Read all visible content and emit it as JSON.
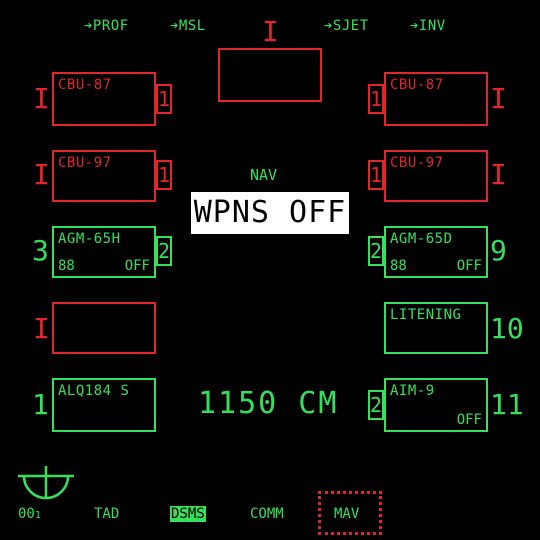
{
  "top_options": [
    "➔PROF",
    "➔MSL",
    "➔SJET",
    "➔INV"
  ],
  "center": {
    "mode": "NAV",
    "weapons_status": "WPNS OFF",
    "fuel": "1150 CM"
  },
  "stations": {
    "left": [
      {
        "name": "CBU-87",
        "station_mark": "I",
        "count": "1",
        "qty": "",
        "status": "",
        "color": "#e0262a"
      },
      {
        "name": "CBU-97",
        "station_mark": "I",
        "count": "1",
        "qty": "",
        "status": "",
        "color": "#e0262a"
      },
      {
        "name": "AGM-65H",
        "station_mark": "3",
        "count": "2",
        "qty": "88",
        "status": "OFF",
        "color": "#35e05a"
      },
      {
        "name": "",
        "station_mark": "I",
        "count": "",
        "qty": "",
        "status": "",
        "color": "#e0262a"
      },
      {
        "name": "ALQ184 S",
        "station_mark": "1",
        "count": "",
        "qty": "",
        "status": "",
        "color": "#35e05a"
      }
    ],
    "right": [
      {
        "name": "CBU-87",
        "station_mark": "I",
        "count": "1",
        "qty": "",
        "status": "",
        "color": "#e0262a"
      },
      {
        "name": "CBU-97",
        "station_mark": "I",
        "count": "1",
        "qty": "",
        "status": "",
        "color": "#e0262a"
      },
      {
        "name": "AGM-65D",
        "station_mark": "9",
        "count": "2",
        "qty": "88",
        "status": "OFF",
        "color": "#35e05a"
      },
      {
        "name": "LITENING",
        "station_mark": "10",
        "count": "",
        "qty": "",
        "status": "",
        "color": "#35e05a"
      },
      {
        "name": "AIM-9",
        "station_mark": "11",
        "count": "2",
        "qty": "",
        "status": "OFF",
        "color": "#35e05a"
      }
    ],
    "center_top_mark": "I"
  },
  "bottom_osb": {
    "heading": "00",
    "heading_sub": "1",
    "items": [
      "TAD",
      "DSMS",
      "COMM",
      "MAV"
    ],
    "selected": "DSMS",
    "highlighted": "MAV"
  },
  "colors": {
    "background": "#000000",
    "green": "#35e05a",
    "red": "#e0262a",
    "highlight": "#ffffff"
  }
}
